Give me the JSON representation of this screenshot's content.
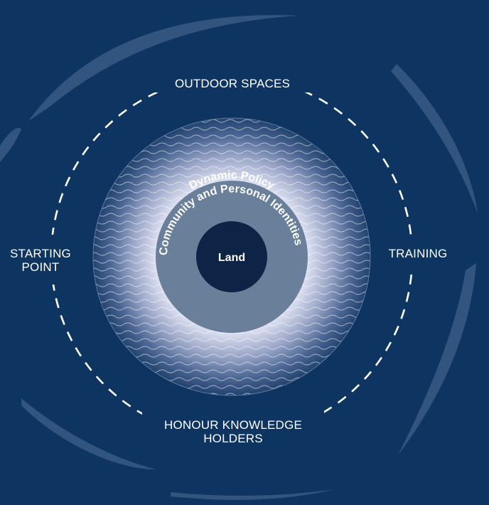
{
  "diagram": {
    "outer_labels": {
      "top": "OUTDOOR SPACES",
      "right": "TRAINING",
      "left_line1": "STARTING",
      "left_line2": "POINT",
      "bottom_line1": "HONOUR KNOWLEDGE",
      "bottom_line2": "HOLDERS"
    },
    "rings": {
      "outer_ring_label": "Dynamic Policy",
      "middle_ring_label": "Community and Personal Identities",
      "center_label": "Land"
    },
    "colors": {
      "background": "#0e3561",
      "middle_ring": "#6a7f9a",
      "center": "#0d2446",
      "brush_strokes": "#4e6f98",
      "dashed_circle": "#ffffff"
    }
  }
}
